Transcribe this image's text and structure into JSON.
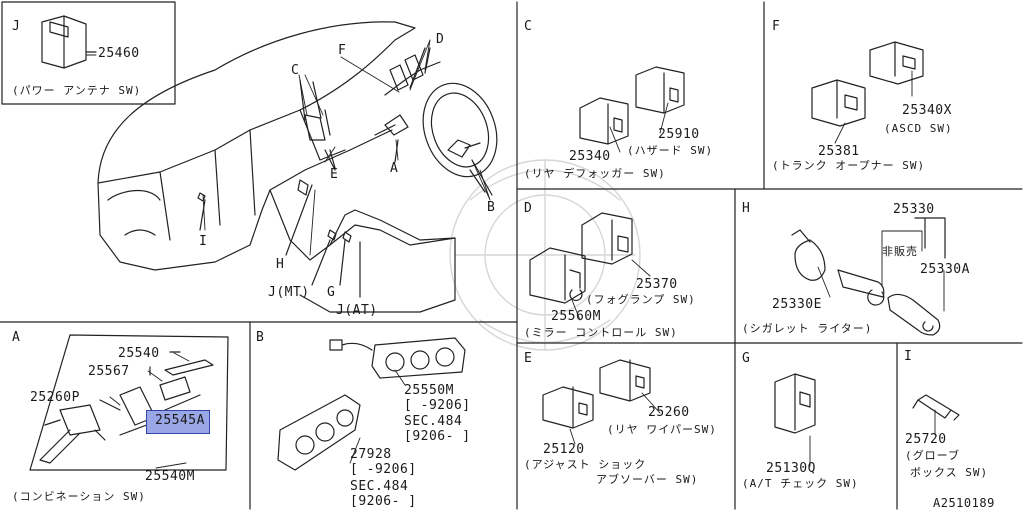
{
  "sections": {
    "J": {
      "letter": "J",
      "part": "25460",
      "desc": "(パワー アンテナ SW)"
    },
    "dash": {
      "c": "C",
      "f": "F",
      "d": "D",
      "e": "E",
      "a": "A",
      "b": "B",
      "i": "I",
      "h": "H",
      "jmt": "J(MT)",
      "g": "G",
      "jat": "J(AT)"
    },
    "A": {
      "letter": "A",
      "p25540": "25540",
      "p25567": "25567",
      "p25260p": "25260P",
      "p25545a": "25545A",
      "p25540m": "25540M",
      "desc": "(コンビネーション SW)"
    },
    "B": {
      "letter": "B",
      "p25550m": "25550M",
      "r1": "[   -9206]",
      "sec1": "SEC.484",
      "r2": "[9206-   ]",
      "p27928": "27928",
      "r3": "[   -9206]",
      "sec2": "SEC.484",
      "r4": "[9206-   ]"
    },
    "C": {
      "letter": "C",
      "p25340": "25340",
      "p25910": "25910",
      "haz": "(ハザード  SW)",
      "desc": "(リヤ  デフォッガー SW)"
    },
    "F": {
      "letter": "F",
      "p25340x": "25340X",
      "ascd": "(ASCD SW)",
      "p25381": "25381",
      "desc": "(トランク  オープナー  SW)"
    },
    "D": {
      "letter": "D",
      "p25370": "25370",
      "fog": "(フォグランプ  SW)",
      "p25560m": "25560M",
      "desc": "(ミラー  コントロール  SW)"
    },
    "H": {
      "letter": "H",
      "p25330": "25330",
      "hi": "非販売",
      "p25330a": "25330A",
      "p25330e": "25330E",
      "desc": "(シガレット  ライター)"
    },
    "E": {
      "letter": "E",
      "p25260": "25260",
      "rw": "(リヤ  ワイパーSW)",
      "p25120": "25120",
      "desc1": "(アジャスト  ショック",
      "desc2": "アブソーバー  SW)"
    },
    "G": {
      "letter": "G",
      "p25130q": "25130Q",
      "desc": "(A/T チェック  SW)"
    },
    "I": {
      "letter": "I",
      "p25720": "25720",
      "desc1": "(グローブ",
      "desc2": "ボックス  SW)"
    }
  },
  "footer": {
    "code": "A2510189"
  }
}
